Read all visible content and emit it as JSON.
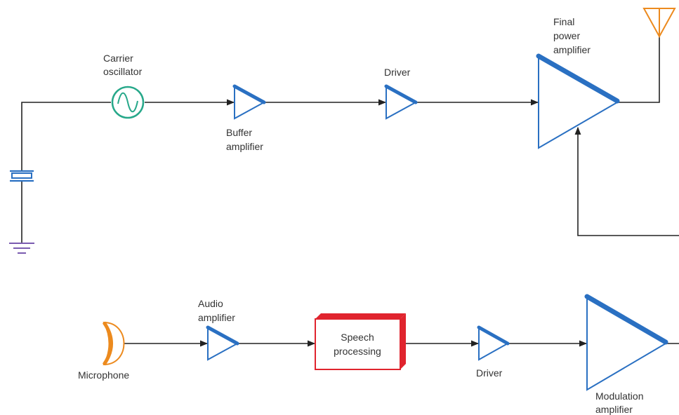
{
  "labels": {
    "carrier_oscillator": [
      "Carrier",
      "oscillator"
    ],
    "buffer_amplifier": [
      "Buffer",
      "amplifier"
    ],
    "driver_top": [
      "Driver"
    ],
    "final_power_amplifier": [
      "Final",
      "power",
      "amplifier"
    ],
    "microphone": [
      "Microphone"
    ],
    "audio_amplifier": [
      "Audio",
      "amplifier"
    ],
    "speech_processing": [
      "Speech",
      "processing"
    ],
    "driver_bottom": [
      "Driver"
    ],
    "modulation_amplifier": [
      "Modulation",
      "amplifier"
    ]
  },
  "colors": {
    "wire": "#222222",
    "amplifier": "#2a70c2",
    "oscillator": "#27a88a",
    "speech_box": "#e0242e",
    "microphone": "#ec8a1e",
    "antenna": "#ec8a1e",
    "ground": "#7a5bb0",
    "crystal": "#2a70c2"
  },
  "icons": {
    "oscillator": "sine-wave-oscillator-icon",
    "antenna": "antenna-icon",
    "crystal": "crystal-icon",
    "ground": "ground-icon",
    "microphone": "microphone-icon"
  }
}
